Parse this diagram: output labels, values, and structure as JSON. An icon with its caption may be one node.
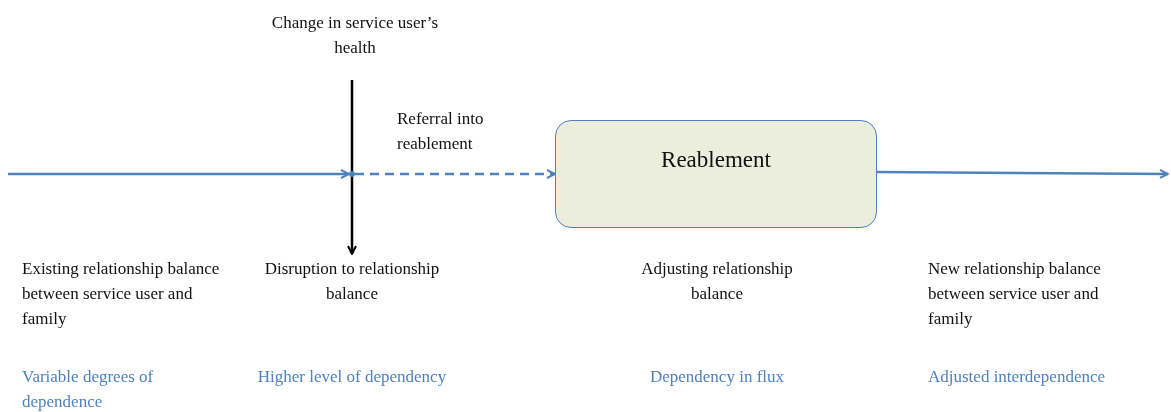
{
  "diagram": {
    "nodes": [
      {
        "text": [
          "Change in service user’s health"
        ]
      },
      {
        "text": [],
        "shape": "point"
      },
      {
        "text": [
          "Reablement"
        ]
      },
      {
        "text": [
          "Disruption to relationship balance"
        ]
      }
    ],
    "edges": [
      {
        "from": null,
        "to": 1,
        "arrow": "to"
      },
      {
        "from": 1,
        "to": 2,
        "arrow": "to",
        "label": "Referral into reablement",
        "style": "dashed"
      },
      {
        "from": 2,
        "to": null,
        "arrow": "to"
      },
      {
        "from": 0,
        "to": 3,
        "arrow": "to",
        "color": "#000000"
      }
    ],
    "labels": [
      "Existing relationship balance between service user and family",
      "Adjusting relationship balance",
      "New relationship balance between service user and family",
      "Variable degrees of dependence",
      "Higher level of dependency",
      "Dependency in flux",
      "Adjusted interdependence"
    ]
  }
}
